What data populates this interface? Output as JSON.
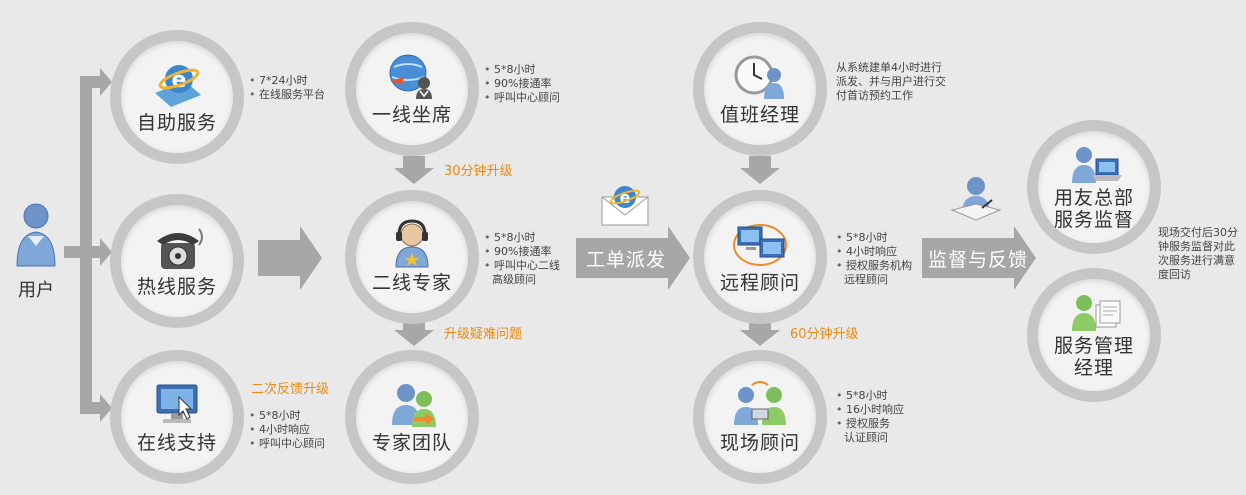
{
  "user": {
    "label": "用户"
  },
  "nodes": {
    "self_service": {
      "label": "自助服务"
    },
    "hotline": {
      "label": "热线服务"
    },
    "online_support": {
      "label": "在线支持"
    },
    "first_line": {
      "label": "一线坐席"
    },
    "second_line": {
      "label": "二线专家"
    },
    "expert_team": {
      "label": "专家团队"
    },
    "duty_manager": {
      "label": "值班经理"
    },
    "remote_consultant": {
      "label": "远程顾问"
    },
    "onsite_consultant": {
      "label": "现场顾问"
    },
    "yonyou_supervision": {
      "label": "用友总部服务监督"
    },
    "service_manager": {
      "label": "服务管理经理"
    }
  },
  "info": {
    "self_service": [
      "7*24小时",
      "在线服务平台"
    ],
    "online_support": [
      "5*8小时",
      "4小时响应",
      "呼叫中心顾问"
    ],
    "first_line": [
      "5*8小时",
      "90%接通率",
      "呼叫中心顾问"
    ],
    "second_line": [
      "5*8小时",
      "90%接通率",
      "呼叫中心二线",
      "高级顾问"
    ],
    "duty_manager": "从系统建单4小时进行派发、并与用户进行交付首访预约工作",
    "remote_consultant": [
      "5*8小时",
      "4小时响应",
      "授权服务机构",
      "远程顾问"
    ],
    "onsite_consultant": [
      "5*8小时",
      "16小时响应",
      "授权服务",
      "认证顾问"
    ],
    "supervision": "现场交付后30分钟服务监督对此次服务进行满意度回访"
  },
  "escalations": {
    "thirty_min": "30分钟升级",
    "difficult": "升级疑难问题",
    "secondary_feedback": "二次反馈升级",
    "sixty_min": "60分钟升级"
  },
  "banners": {
    "work_order": "工单派发",
    "supervision_feedback": "监督与反馈"
  },
  "colors": {
    "accent_orange": "#e88a16",
    "arrow_gray": "#a7a7a7",
    "ring_gray": "#c6c6c6",
    "background": "#e9e9e9"
  },
  "icons": {
    "user": "person-icon",
    "self_service": "ie-browser-icon",
    "hotline": "telephone-icon",
    "online_support": "monitor-cursor-icon",
    "first_line": "globe-person-icon",
    "second_line": "headset-person-icon",
    "expert_team": "team-icon",
    "duty_manager": "clock-person-icon",
    "remote_consultant": "computers-icon",
    "onsite_consultant": "people-exchange-icon",
    "yonyou_supervision": "person-laptop-icon",
    "service_manager": "person-documents-icon",
    "work_order": "ie-envelope-icon",
    "supervision_feedback": "person-writing-icon"
  }
}
